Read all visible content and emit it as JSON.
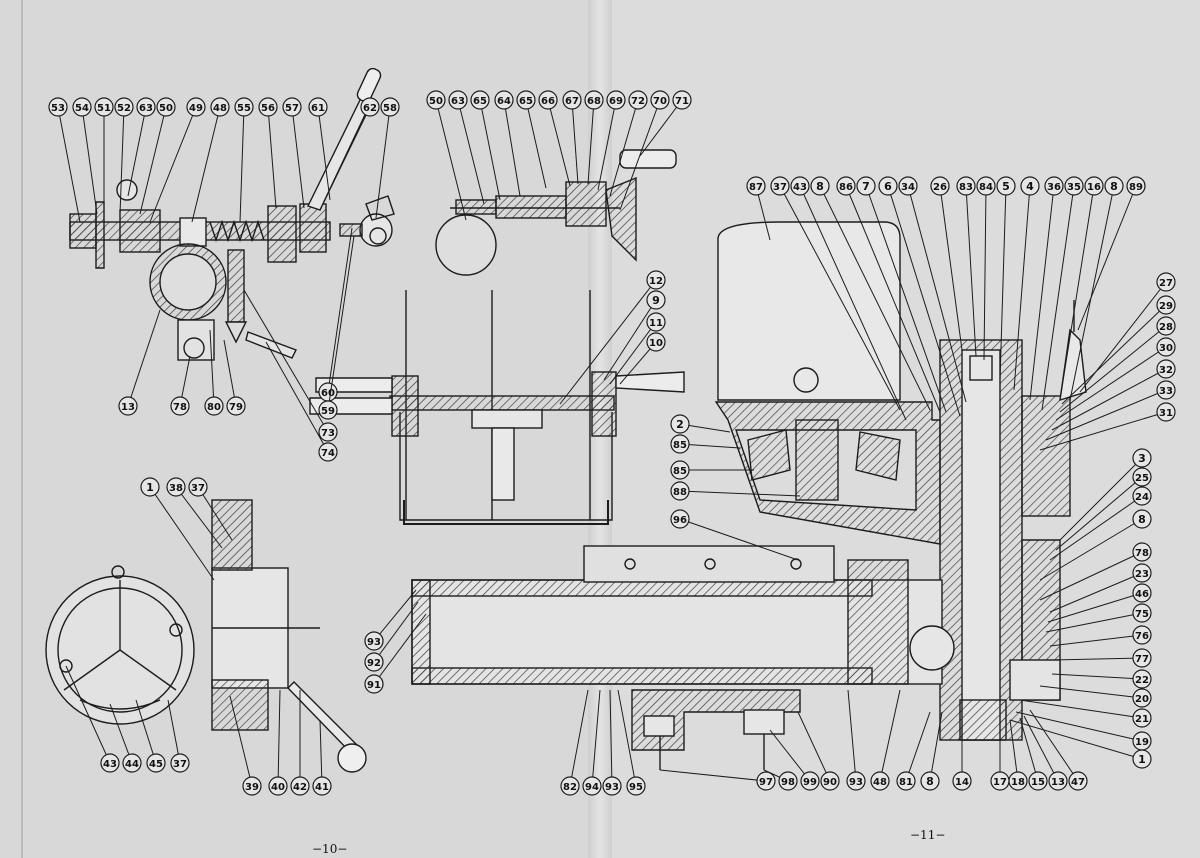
{
  "pages": {
    "left_number": "−10−",
    "right_number": "−11−"
  },
  "callouts": {
    "upper_left_mechanism": [
      "53",
      "54",
      "51",
      "52",
      "63",
      "50",
      "49",
      "48",
      "55",
      "56",
      "57",
      "61",
      "62",
      "58",
      "60",
      "59",
      "73",
      "74",
      "13",
      "78",
      "80",
      "79"
    ],
    "upper_middle_clamp": [
      "50",
      "63",
      "65",
      "64",
      "65",
      "66",
      "67",
      "68",
      "69",
      "72",
      "70",
      "71"
    ],
    "center_table": [
      "12",
      "9",
      "11",
      "10"
    ],
    "lower_left_detail": [
      "1",
      "38",
      "37",
      "43",
      "44",
      "45",
      "37",
      "39",
      "40",
      "42",
      "41"
    ],
    "right_assembly_top": [
      "87",
      "37",
      "43",
      "8",
      "86",
      "7",
      "6",
      "34",
      "26",
      "83",
      "84",
      "5",
      "4",
      "36",
      "35",
      "16",
      "8",
      "89"
    ],
    "right_assembly_left": [
      "2",
      "85",
      "85",
      "88",
      "96",
      "93",
      "92",
      "91"
    ],
    "right_assembly_right": [
      "27",
      "29",
      "28",
      "30",
      "32",
      "33",
      "31",
      "3",
      "25",
      "24",
      "8",
      "78",
      "23",
      "46",
      "75",
      "76",
      "77",
      "22",
      "20",
      "21",
      "19",
      "1"
    ],
    "right_assembly_bottom": [
      "82",
      "94",
      "93",
      "95",
      "97",
      "98",
      "99",
      "90",
      "93",
      "48",
      "81",
      "8",
      "14",
      "17",
      "18",
      "15",
      "13",
      "47"
    ]
  },
  "colors": {
    "paper": "#dadada",
    "ink": "#1c1c1c",
    "hatch": "#3a3a3a"
  }
}
